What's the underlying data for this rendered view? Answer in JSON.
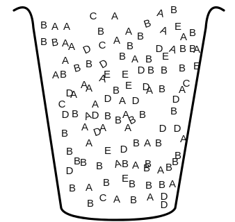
{
  "cup": {
    "letters": [
      {
        "ch": "B"
      },
      {
        "ch": "A"
      },
      {
        "ch": "A"
      },
      {
        "ch": "C"
      },
      {
        "ch": "A"
      },
      {
        "ch": "A"
      },
      {
        "ch": "B"
      },
      {
        "ch": "B"
      },
      {
        "ch": "B"
      },
      {
        "ch": "B"
      },
      {
        "ch": "A"
      },
      {
        "ch": "A"
      },
      {
        "ch": "B"
      },
      {
        "ch": "A"
      },
      {
        "ch": "E"
      },
      {
        "ch": "A"
      },
      {
        "ch": "B"
      },
      {
        "ch": "B"
      },
      {
        "ch": "A"
      },
      {
        "ch": "D"
      },
      {
        "ch": "C"
      },
      {
        "ch": "A"
      },
      {
        "ch": "B"
      },
      {
        "ch": "B"
      },
      {
        "ch": "D"
      },
      {
        "ch": "A"
      },
      {
        "ch": "B"
      },
      {
        "ch": "A"
      },
      {
        "ch": "A"
      },
      {
        "ch": "B"
      },
      {
        "ch": "A"
      },
      {
        "ch": "D"
      },
      {
        "ch": "B"
      },
      {
        "ch": "E"
      },
      {
        "ch": "B"
      },
      {
        "ch": "A"
      },
      {
        "ch": "B"
      },
      {
        "ch": "B"
      },
      {
        "ch": "A"
      },
      {
        "ch": "E"
      },
      {
        "ch": "E"
      },
      {
        "ch": "D"
      },
      {
        "ch": "B"
      },
      {
        "ch": "B"
      },
      {
        "ch": "B"
      },
      {
        "ch": "E"
      },
      {
        "ch": "E"
      },
      {
        "ch": "D"
      },
      {
        "ch": "A"
      },
      {
        "ch": "D"
      },
      {
        "ch": "A"
      },
      {
        "ch": "B"
      },
      {
        "ch": "C"
      },
      {
        "ch": "A"
      },
      {
        "ch": "C"
      },
      {
        "ch": "A"
      },
      {
        "ch": "A"
      },
      {
        "ch": "D"
      },
      {
        "ch": "A"
      },
      {
        "ch": "D"
      },
      {
        "ch": "A"
      },
      {
        "ch": "B"
      },
      {
        "ch": "D"
      },
      {
        "ch": "B"
      },
      {
        "ch": "D"
      },
      {
        "ch": "B"
      },
      {
        "ch": "A"
      },
      {
        "ch": "D"
      },
      {
        "ch": "B"
      },
      {
        "ch": "A"
      },
      {
        "ch": "B"
      },
      {
        "ch": "B"
      },
      {
        "ch": "B"
      },
      {
        "ch": "A"
      },
      {
        "ch": "D"
      },
      {
        "ch": "A"
      },
      {
        "ch": "A"
      },
      {
        "ch": "B"
      },
      {
        "ch": "D"
      },
      {
        "ch": "D"
      },
      {
        "ch": "B"
      },
      {
        "ch": "A"
      },
      {
        "ch": "E"
      },
      {
        "ch": "D"
      },
      {
        "ch": "B"
      },
      {
        "ch": "A"
      },
      {
        "ch": "B"
      },
      {
        "ch": "A"
      },
      {
        "ch": "B"
      },
      {
        "ch": "D"
      },
      {
        "ch": "B"
      },
      {
        "ch": "B"
      },
      {
        "ch": "A"
      },
      {
        "ch": "B"
      },
      {
        "ch": "A"
      },
      {
        "ch": "B"
      },
      {
        "ch": "A"
      },
      {
        "ch": "B"
      },
      {
        "ch": "B"
      },
      {
        "ch": "B"
      },
      {
        "ch": "B"
      },
      {
        "ch": "E"
      },
      {
        "ch": "A"
      },
      {
        "ch": "B"
      },
      {
        "ch": "A"
      },
      {
        "ch": "B"
      },
      {
        "ch": "B"
      },
      {
        "ch": "B"
      },
      {
        "ch": "B"
      },
      {
        "ch": "C"
      },
      {
        "ch": "B"
      },
      {
        "ch": "A"
      },
      {
        "ch": "B"
      },
      {
        "ch": "A"
      },
      {
        "ch": "D"
      },
      {
        "ch": "D"
      }
    ]
  }
}
